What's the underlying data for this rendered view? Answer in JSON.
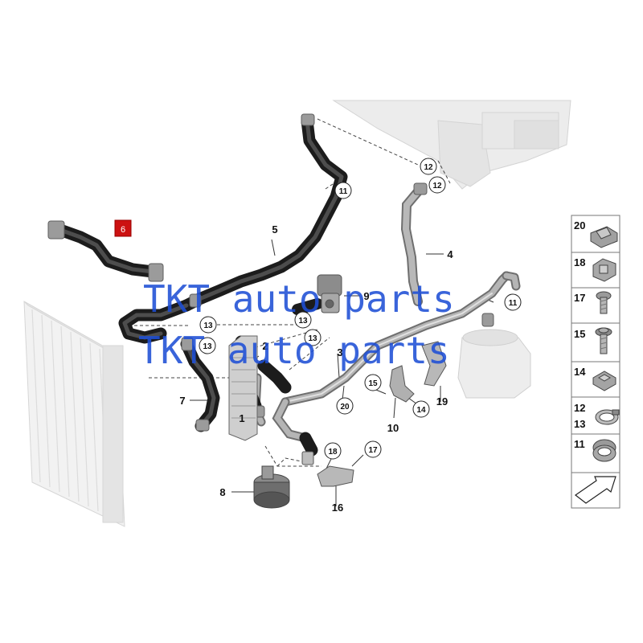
{
  "highlight_tag": {
    "label": "6",
    "color": "#cc1111"
  },
  "callouts": {
    "c1": "1",
    "c2": "2",
    "c3": "3",
    "c4": "4",
    "c5": "5",
    "c7": "7",
    "c8": "8",
    "c9": "9",
    "c10": "10",
    "c16": "16",
    "c19": "19"
  },
  "circled_callouts": {
    "c11a": "11",
    "c11b": "11",
    "c12a": "12",
    "c12b": "12",
    "c13a": "13",
    "c13b": "13",
    "c13c": "13",
    "c13d": "13",
    "c14": "14",
    "c15": "15",
    "c17": "17",
    "c18": "18",
    "c20": "20"
  },
  "legend_panel": {
    "items": [
      {
        "label": "20",
        "icon": "clip-icon"
      },
      {
        "label": "18",
        "icon": "holder-clip-icon"
      },
      {
        "label": "17",
        "icon": "screw-icon"
      },
      {
        "label": "15",
        "icon": "washer-screw-icon"
      },
      {
        "label": "14",
        "icon": "nut-icon"
      },
      {
        "label": "12",
        "label2": "13",
        "icon": "hose-clamp-icon"
      },
      {
        "label": "11",
        "icon": "spring-clamp-icon"
      },
      {
        "label": "",
        "icon": "direction-arrow-icon"
      }
    ]
  },
  "watermark": {
    "line1": "TKT auto parts",
    "line2": "TKT auto parts"
  },
  "colors": {
    "hose": "#2e2e2e",
    "pipe": "#9a9a9a",
    "ghost": "#d6d6d6",
    "watermark": "#1e4fd6"
  }
}
